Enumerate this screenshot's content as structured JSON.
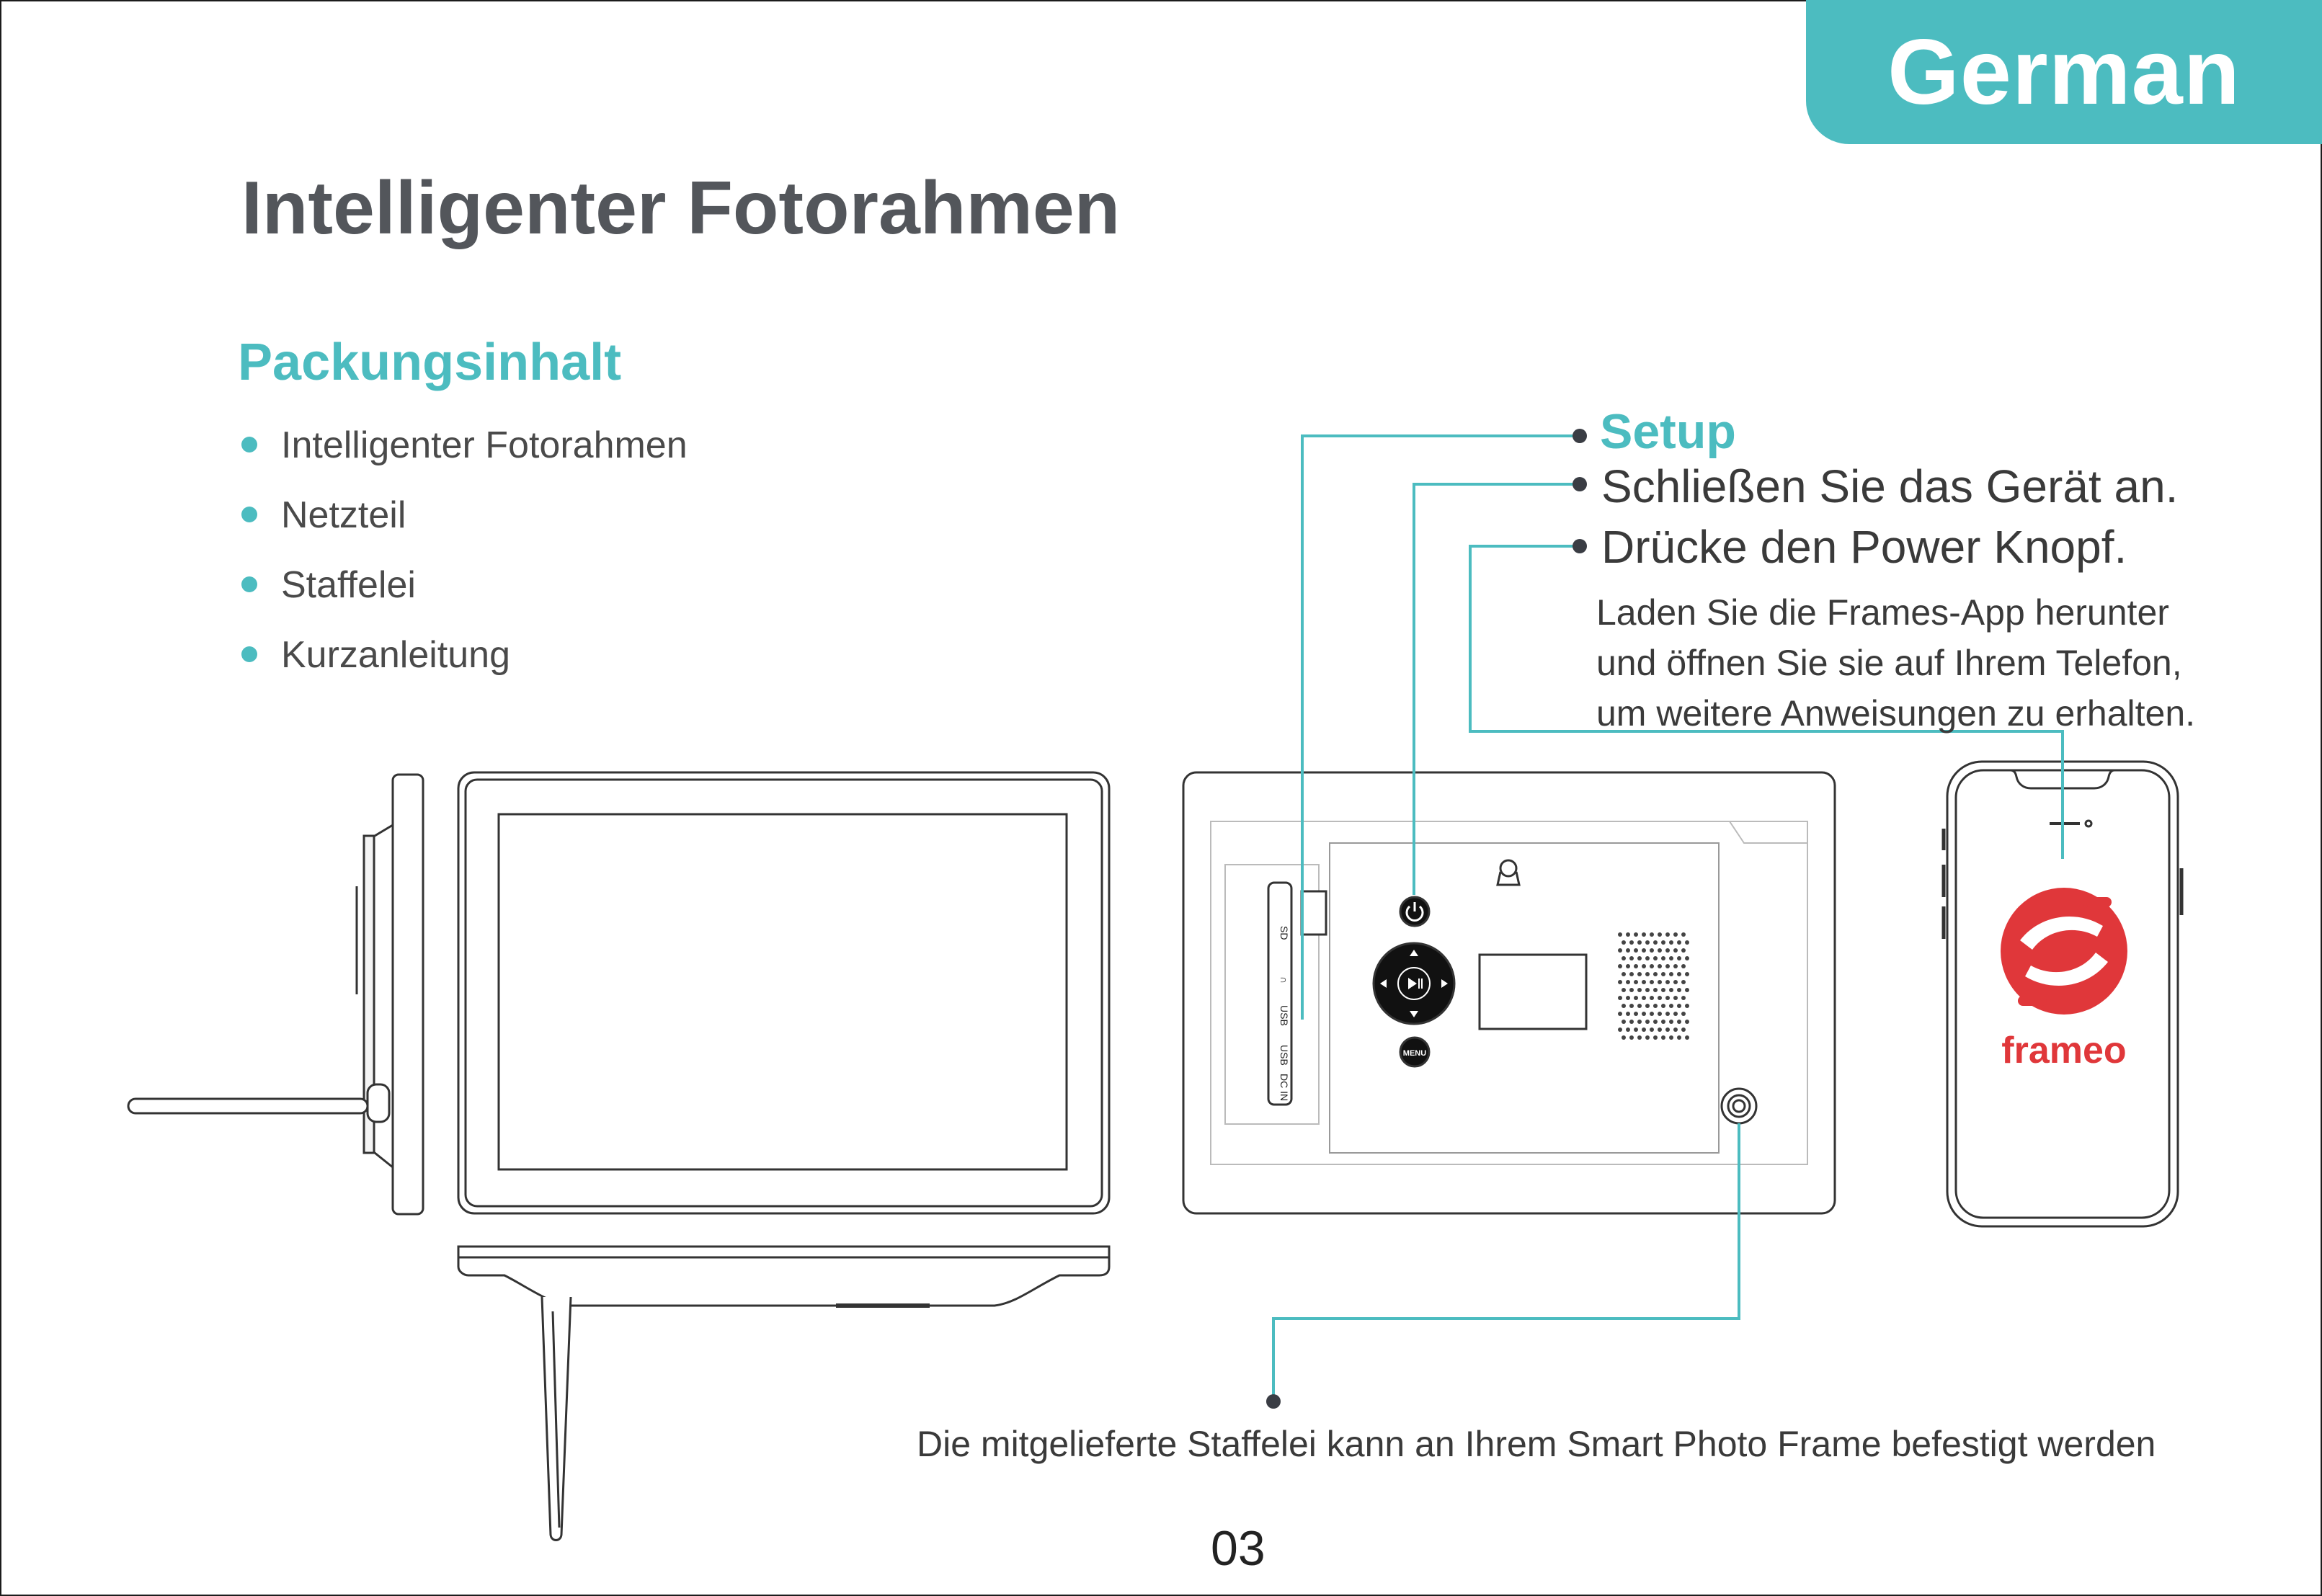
{
  "language_tab": "German",
  "title": "Intelligenter Fotorahmen",
  "package_contents": {
    "heading": "Packungsinhalt",
    "items": [
      "Intelligenter Fotorahmen",
      "Netzteil",
      "Staffelei",
      "Kurzanleitung"
    ]
  },
  "setup": {
    "heading": "Setup",
    "steps": [
      "Schließen Sie das Gerät an.",
      "Drücke den Power Knopf."
    ],
    "app_note_lines": [
      "Laden Sie die Frames-App herunter",
      "und öffnen Sie sie auf Ihrem Telefon,",
      "um weitere Anweisungen zu erhalten."
    ]
  },
  "ports": [
    "SD",
    "USB",
    "USB",
    "DC IN"
  ],
  "menu_label": "MENU",
  "app_logo_text": "frameo",
  "easel_note": "Die mitgelieferte Staffelei kann an Ihrem Smart Photo Frame befestigt werden",
  "page_number": "03",
  "colors": {
    "accent": "#4cbcc0",
    "text": "#53565b",
    "brand_red": "#e0373a"
  }
}
